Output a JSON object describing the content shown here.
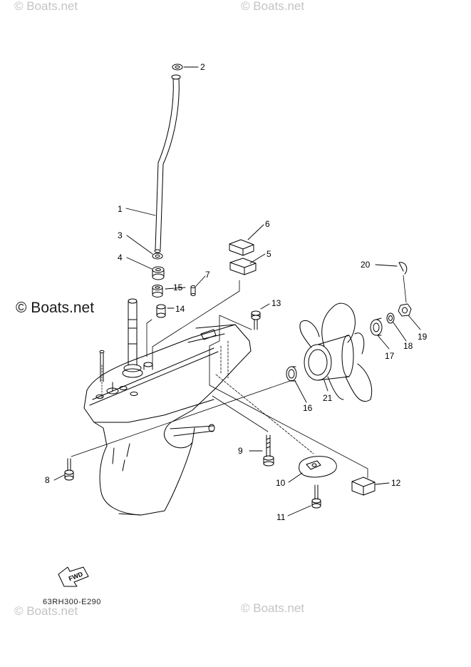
{
  "watermarks": {
    "top_left": "© Boats.net",
    "top_center": "© Boats.net",
    "bottom_left": "© Boats.net",
    "bottom_center": "© Boats.net",
    "main": "© Boats.net"
  },
  "callouts": {
    "c1": "1",
    "c2": "2",
    "c3": "3",
    "c4": "4",
    "c5": "5",
    "c6": "6",
    "c7": "7",
    "c8": "8",
    "c9": "9",
    "c10": "10",
    "c11": "11",
    "c12": "12",
    "c13": "13",
    "c14": "14",
    "c15": "15",
    "c16": "16",
    "c17": "17",
    "c18": "18",
    "c19": "19",
    "c20": "20",
    "c21": "21"
  },
  "fwd_label": "FWD",
  "diagram_code": "63RH300-E290"
}
